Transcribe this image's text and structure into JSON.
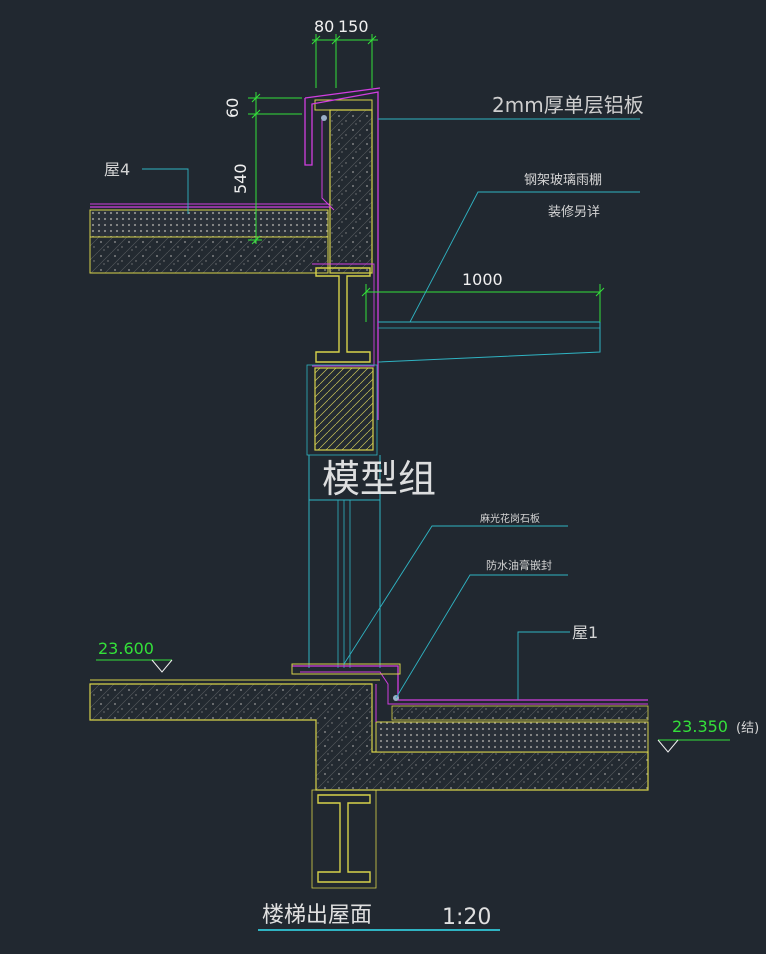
{
  "dimensions": {
    "top_80": "80",
    "top_150": "150",
    "d60": "60",
    "d540": "540",
    "d1000": "1000"
  },
  "labels": {
    "aluminum_plate": "2mm厚单层铝板",
    "roof4": "屋4",
    "canopy": "钢架玻璃雨棚",
    "decor": "装修另详",
    "stone": "麻光花岗石板",
    "sealant": "防水油膏嵌封",
    "roof1": "屋1"
  },
  "elevations": {
    "left": "23.600",
    "right": "23.350",
    "right_note": "(结)"
  },
  "watermark": "模型组",
  "title": {
    "name": "楼梯出屋面",
    "scale": "1:20"
  },
  "colors": {
    "background": "#212830",
    "concrete": "#d7d24a",
    "membrane": "#d13ee0",
    "leader": "#2fb3c2",
    "dimension": "#34e03a",
    "text": "#f0f0f0"
  }
}
